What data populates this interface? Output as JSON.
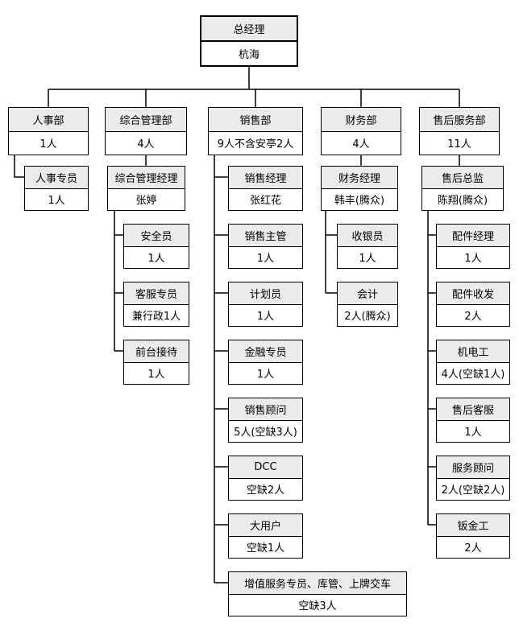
{
  "colors": {
    "header_fill": "#ebebeb",
    "box_border": "#000000",
    "line": "#000000",
    "background": "#ffffff",
    "text": "#000000"
  },
  "org": {
    "root": {
      "title": "总经理",
      "subtitle": "杭海"
    },
    "departments": [
      {
        "title": "人事部",
        "subtitle": "1人",
        "children": [
          {
            "title": "人事专员",
            "subtitle": "1人"
          }
        ]
      },
      {
        "title": "综合管理部",
        "subtitle": "4人",
        "manager": {
          "title": "综合管理经理",
          "subtitle": "张婷"
        },
        "children": [
          {
            "title": "安全员",
            "subtitle": "1人"
          },
          {
            "title": "客服专员",
            "subtitle": "兼行政1人"
          },
          {
            "title": "前台接待",
            "subtitle": "1人"
          }
        ]
      },
      {
        "title": "销售部",
        "subtitle": "9人不含安亭2人",
        "children": [
          {
            "title": "销售经理",
            "subtitle": "张红花"
          },
          {
            "title": "销售主管",
            "subtitle": "1人"
          },
          {
            "title": "计划员",
            "subtitle": "1人"
          },
          {
            "title": "金融专员",
            "subtitle": "1人"
          },
          {
            "title": "销售顾问",
            "subtitle": "5人(空缺3人)"
          },
          {
            "title": "DCC",
            "subtitle": "空缺2人"
          },
          {
            "title": "大用户",
            "subtitle": "空缺1人"
          },
          {
            "title": "增值服务专员、库管、上牌交车",
            "subtitle": "空缺3人"
          }
        ]
      },
      {
        "title": "财务部",
        "subtitle": "4人",
        "manager": {
          "title": "财务经理",
          "subtitle": "韩丰(腾众)"
        },
        "children": [
          {
            "title": "收银员",
            "subtitle": "1人"
          },
          {
            "title": "会计",
            "subtitle": "2人(腾众)"
          }
        ]
      },
      {
        "title": "售后服务部",
        "subtitle": "11人",
        "manager": {
          "title": "售后总监",
          "subtitle": "陈翔(腾众)"
        },
        "children": [
          {
            "title": "配件经理",
            "subtitle": "1人"
          },
          {
            "title": "配件收发",
            "subtitle": "2人"
          },
          {
            "title": "机电工",
            "subtitle": "4人(空缺1人)"
          },
          {
            "title": "售后客服",
            "subtitle": "1人"
          },
          {
            "title": "服务顾问",
            "subtitle": "2人(空缺2人)"
          },
          {
            "title": "钣金工",
            "subtitle": "2人"
          }
        ]
      }
    ]
  }
}
